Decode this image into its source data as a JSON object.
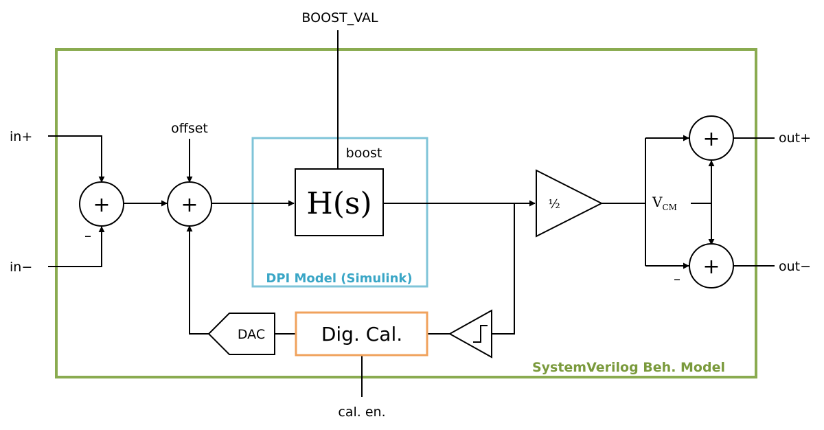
{
  "colors": {
    "system_border": "#8aab50",
    "dpi_border": "#7fc4d8",
    "dpi_text": "#3aa6c6",
    "cal_border": "#f0a25c",
    "system_text": "#7a9a3c"
  },
  "labels": {
    "boost_val": "BOOST_VAL",
    "in_plus": "in+",
    "in_minus": "in−",
    "offset": "offset",
    "boost": "boost",
    "h_of_s": "H(s)",
    "half": "½",
    "vcm_main": "V",
    "vcm_sub": "CM",
    "out_plus": "out+",
    "out_minus": "out−",
    "dac": "DAC",
    "dig_cal": "Dig. Cal.",
    "cal_en": "cal. en.",
    "dpi_model": "DPI Model (Simulink)",
    "system_model": "SystemVerilog Beh. Model",
    "plus_sign": "+",
    "minus_sign": "–"
  }
}
